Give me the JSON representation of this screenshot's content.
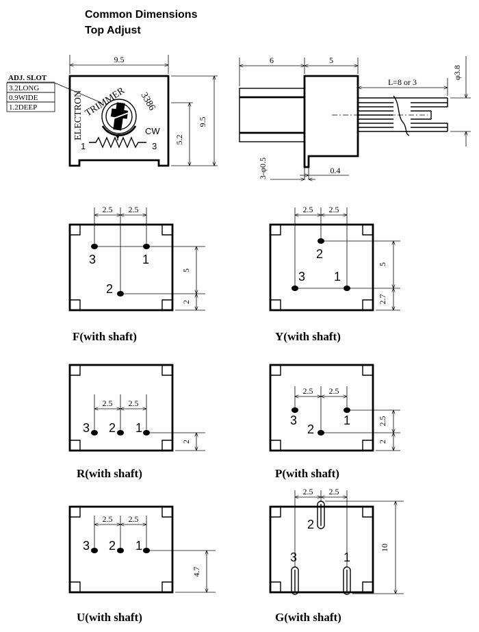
{
  "title": {
    "line1": "Common Dimensions",
    "line2": "Top Adjust"
  },
  "top_view": {
    "dim_width": "9.5",
    "dim_height": "9.5",
    "dim_pin_height": "5.2",
    "adj_slot": {
      "heading": "ADJ. SLOT",
      "long": "3.2LONG",
      "wide": "0.9WIDE",
      "deep": "1.2DEEP"
    },
    "body_text": {
      "maker": "ELECTRON",
      "product": "TRIMMER",
      "part": "3386",
      "cw": "CW",
      "pin1": "1",
      "pin3": "3"
    }
  },
  "side_view": {
    "dim_shaft": "6",
    "dim_body": "5",
    "dim_length": "L=8 or 3",
    "dim_diameter": "φ3.8",
    "dim_pin_diam": "3-φ0.5",
    "dim_pin_offset": "0.4"
  },
  "variants": [
    {
      "caption": "F(with shaft)",
      "pitch_a": "2.5",
      "pitch_b": "2.5",
      "dim_a": "5",
      "dim_b": "2",
      "pins": [
        "3",
        "1",
        "2"
      ]
    },
    {
      "caption": "Y(with shaft)",
      "pitch_a": "2.5",
      "pitch_b": "2.5",
      "dim_a": "5",
      "dim_b": "2.7",
      "pins": [
        "2",
        "3",
        "1"
      ]
    },
    {
      "caption": "R(with shaft)",
      "pitch_a": "2.5",
      "pitch_b": "2.5",
      "dim_a": "2",
      "pins": [
        "3",
        "2",
        "1"
      ]
    },
    {
      "caption": "P(with shaft)",
      "pitch_a": "2.5",
      "pitch_b": "2.5",
      "dim_a": "2.5",
      "dim_b": "2",
      "pins": [
        "3",
        "1",
        "2"
      ]
    },
    {
      "caption": "U(with shaft)",
      "pitch_a": "2.5",
      "pitch_b": "2.5",
      "dim_a": "4.7",
      "pins": [
        "3",
        "2",
        "1"
      ]
    },
    {
      "caption": "G(with shaft)",
      "pitch_a": "2.5",
      "pitch_b": "2.5",
      "dim_a": "10",
      "pins": [
        "2",
        "3",
        "1"
      ]
    }
  ]
}
